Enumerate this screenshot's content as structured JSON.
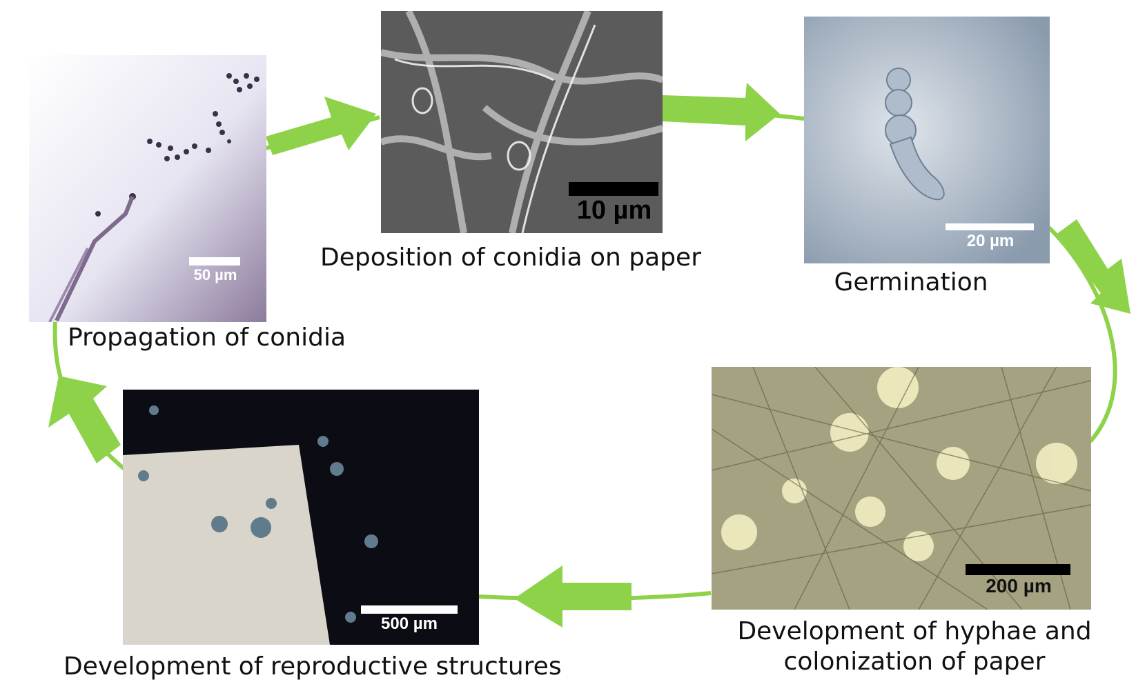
{
  "stages": [
    {
      "caption": "Propagation of conidia",
      "scale_label": "50 µm"
    },
    {
      "caption": "Deposition of conidia on paper",
      "scale_label": "10 µm"
    },
    {
      "caption": "Germination",
      "scale_label": "20 µm"
    },
    {
      "caption_line1": "Development of hyphae and",
      "caption_line2": "colonization of paper",
      "scale_label": "200 µm"
    },
    {
      "caption": "Development of reproductive structures",
      "scale_label": "500 µm"
    }
  ],
  "colors": {
    "arrow": "#8ed24a",
    "caption": "#111111"
  }
}
